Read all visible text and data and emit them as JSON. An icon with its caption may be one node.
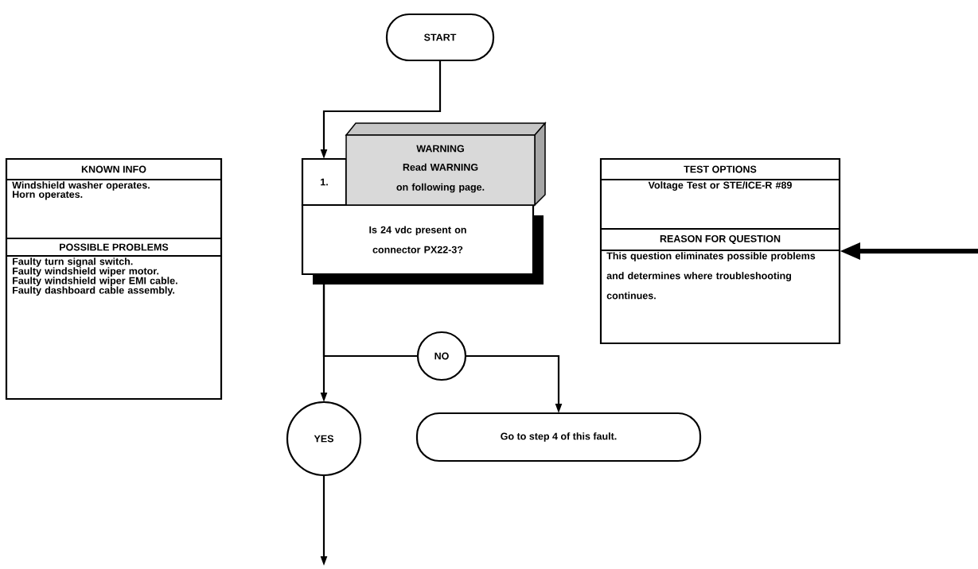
{
  "diagram": {
    "nodes": [
      {
        "text": [
          "START"
        ]
      },
      {
        "text": [
          "1.",
          "Is 24 vdc present on connector PX22-3?"
        ]
      },
      {
        "text": [
          "WARNING",
          "Read WARNING on following page."
        ]
      },
      {
        "text": [
          "NO"
        ]
      },
      {
        "text": [
          "YES"
        ]
      },
      {
        "text": [
          "Go to step 4 of this fault."
        ]
      },
      {
        "text": [
          "KNOWN INFO",
          "Windshield washer operates.",
          "Horn operates.",
          "POSSIBLE PROBLEMS",
          "Faulty turn signal switch.",
          "Faulty windshield wiper motor.",
          "Faulty windshield wiper EMI cable.",
          "Faulty dashboard cable assembly."
        ]
      },
      {
        "text": [
          "TEST OPTIONS",
          "Voltage Test or STE/ICE-R #89",
          "REASON FOR QUESTION",
          "This question eliminates possible problems and determines where troubleshooting continues."
        ]
      }
    ],
    "edges": [
      {
        "from": 0,
        "to": 1,
        "arrow": "to"
      },
      {
        "from": 1,
        "to": 3,
        "arrow": "none"
      },
      {
        "from": 1,
        "to": 4,
        "arrow": "to"
      },
      {
        "from": 3,
        "to": 5,
        "arrow": "to"
      },
      {
        "from": 4,
        "to": null,
        "arrow": "to"
      },
      {
        "from": null,
        "to": 7,
        "arrow": "to",
        "style": "thick"
      }
    ]
  }
}
